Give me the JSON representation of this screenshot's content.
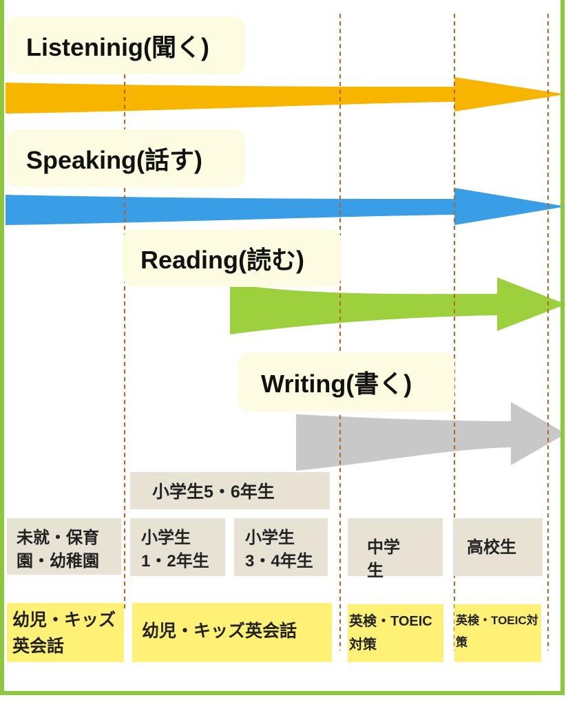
{
  "skills": [
    {
      "label": "Listeninig(聞く)",
      "color": "#f7b500"
    },
    {
      "label": "Speaking(話す)",
      "color": "#3a9ee6"
    },
    {
      "label": "Reading(読む)",
      "color": "#9cd03c"
    },
    {
      "label": "Writing(書く)",
      "color": "#c8c8c8"
    }
  ],
  "stages": {
    "grade56": "小学生5・6年生",
    "preschool": "未就・保育園・幼稚園",
    "grade12": "小学生1・2年生",
    "grade34": "小学生3・4年生",
    "junior_high": "中学生",
    "high_school": "高校生"
  },
  "courses": {
    "kids_a": "幼児・キッズ英会話",
    "kids_b": "幼児・キッズ英会話",
    "eiken_toeic_a": "英検・TOEIC対策",
    "eiken_toeic_b": "英検・TOEIC対策"
  },
  "colors": {
    "frame": "#8dc63f",
    "divider": "#b5651d",
    "stage_box": "#e8e2d4",
    "course_box": "#fff176",
    "label_pill": "#fdfbe0"
  }
}
